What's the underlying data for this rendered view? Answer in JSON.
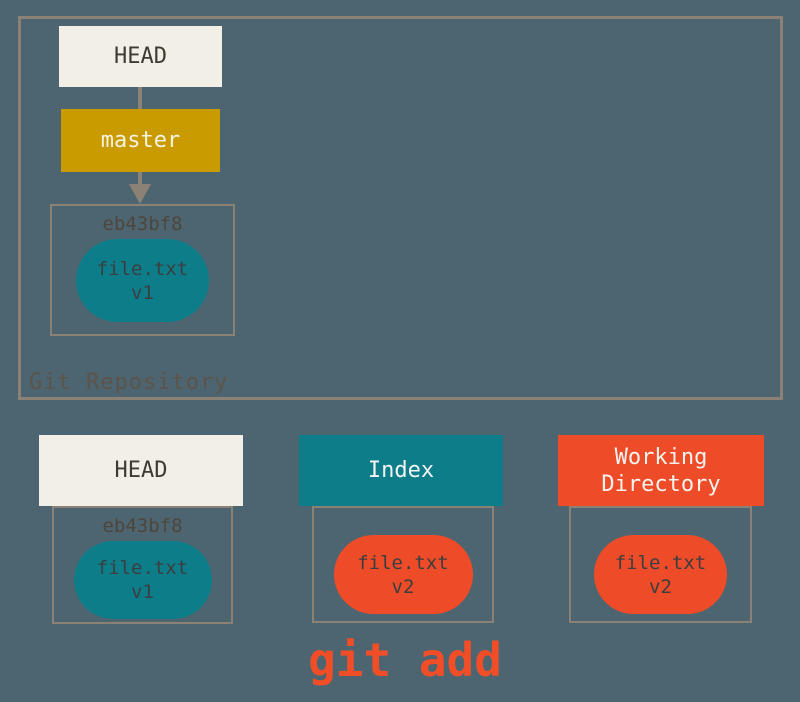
{
  "diagram": {
    "background_color": "#4d6570",
    "border_color": "#8b8175",
    "repository": {
      "label": "Git Repository",
      "head_ref": "HEAD",
      "branch_ref": "master",
      "branch_color": "#c99b00",
      "commit": {
        "id": "eb43bf8",
        "file": "file.txt",
        "version": "v1",
        "blob_color": "#0e7d8a"
      }
    },
    "areas": {
      "head": {
        "title": "HEAD",
        "header_color": "#f2f0e6",
        "commit_id": "eb43bf8",
        "file": "file.txt",
        "version": "v1",
        "blob_color": "#0e7d8a"
      },
      "index": {
        "title": "Index",
        "header_color": "#0e7d8a",
        "file": "file.txt",
        "version": "v2",
        "blob_color": "#ee4b28"
      },
      "workdir": {
        "title": "Working\nDirectory",
        "header_color": "#ee4b28",
        "file": "file.txt",
        "version": "v2",
        "blob_color": "#ee4b28"
      }
    },
    "caption": {
      "text": "git add",
      "color": "#f14e28"
    }
  }
}
